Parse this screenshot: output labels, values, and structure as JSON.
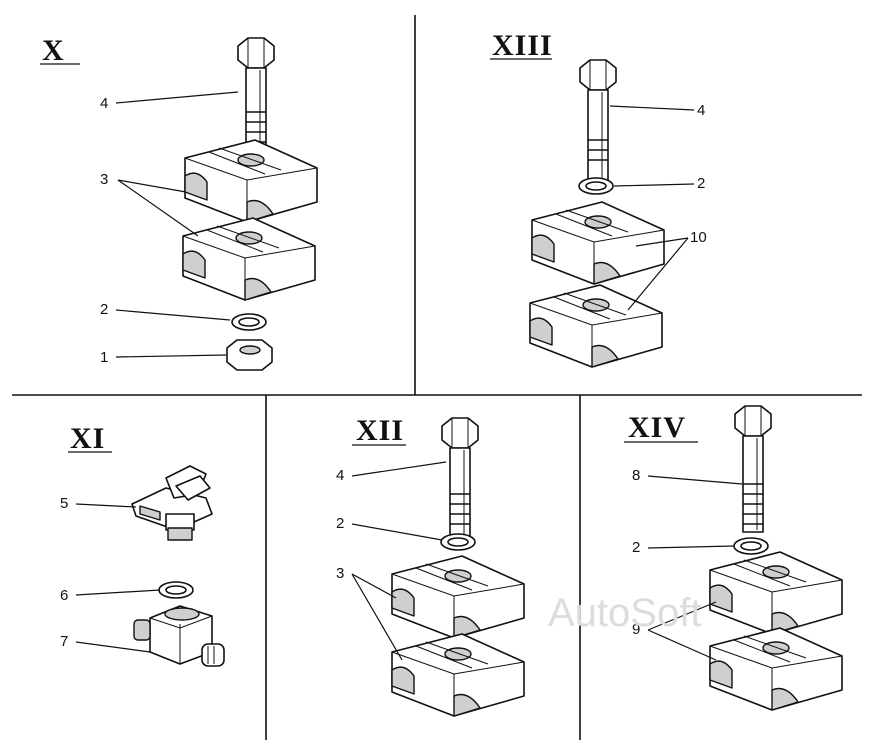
{
  "watermark": "AutoSoft",
  "panels": {
    "X": {
      "title": "X",
      "labels": [
        "4",
        "3",
        "2",
        "1"
      ]
    },
    "XIII": {
      "title": "XIII",
      "labels": [
        "4",
        "2",
        "10"
      ]
    },
    "XI": {
      "title": "XI",
      "labels": [
        "5",
        "6",
        "7"
      ]
    },
    "XII": {
      "title": "XII",
      "labels": [
        "4",
        "2",
        "3"
      ]
    },
    "XIV": {
      "title": "XIV",
      "labels": [
        "8",
        "2",
        "9"
      ]
    }
  }
}
